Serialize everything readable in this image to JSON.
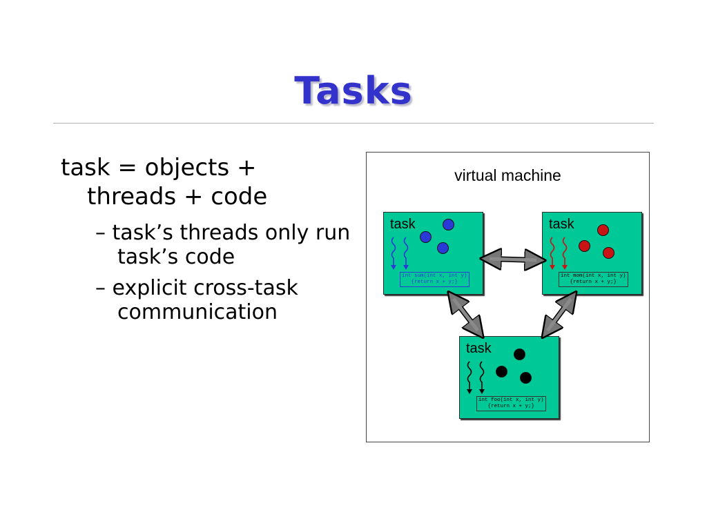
{
  "slide": {
    "title": "Tasks",
    "bullet": "task = objects + threads + code",
    "sub_bullets": [
      {
        "dash": "–",
        "text": "task’s threads only run task’s code"
      },
      {
        "dash": "–",
        "text": "explicit cross-task communication"
      }
    ]
  },
  "diagram": {
    "title": "virtual machine",
    "tasks": [
      {
        "label": "task",
        "dot_color": "#2a3ad6",
        "thread_color": "#2a3ad6",
        "code_line1": "int sum(int x, int y)",
        "code_line2": "{return x + y;}"
      },
      {
        "label": "task",
        "dot_color": "#c81414",
        "thread_color": "#c81414",
        "code_line1": "int mom(int x, int y)",
        "code_line2": "{return x + y;}"
      },
      {
        "label": "task",
        "dot_color": "#000000",
        "thread_color": "#000000",
        "code_line1": "int foo(int x, int y)",
        "code_line2": "{return x + y;}"
      }
    ]
  }
}
